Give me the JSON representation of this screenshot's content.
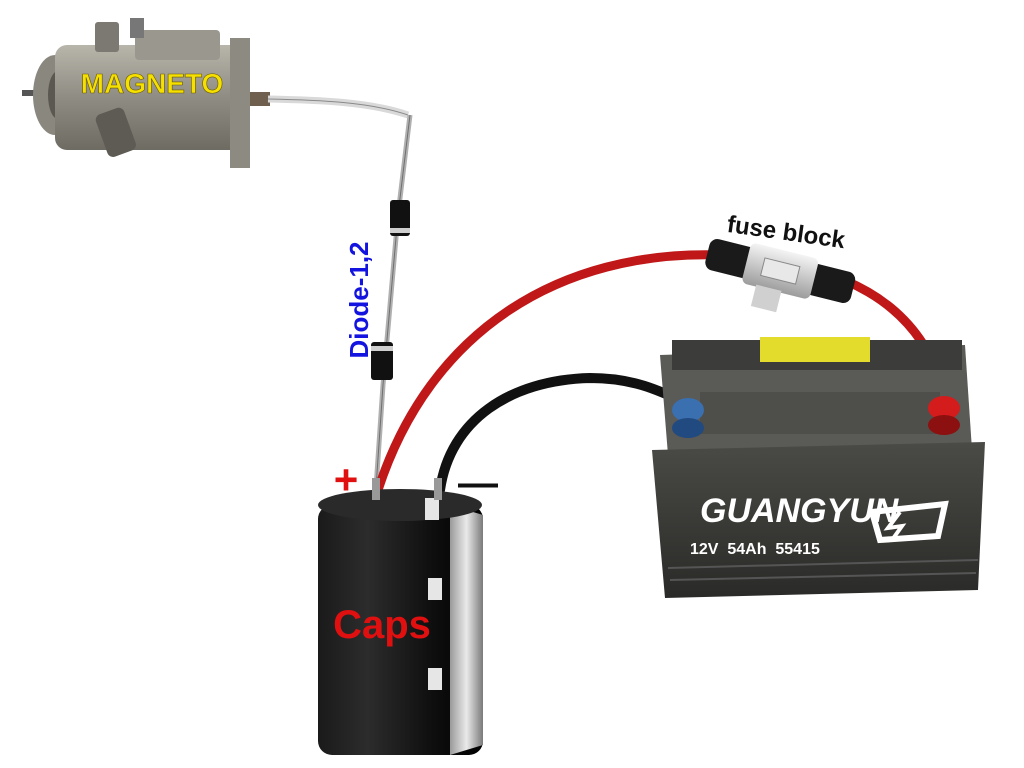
{
  "labels": {
    "magneto": "MAGNETO",
    "diode": "Diode-1,2",
    "plus": "+",
    "minus": "—",
    "caps": "Caps",
    "fuse_block": "fuse block"
  },
  "battery": {
    "brand": "GUANGYUN",
    "spec": "12V  54Ah  55415"
  },
  "colors": {
    "magneto_label": "#f5e000",
    "diode_label": "#1414e0",
    "plus_sign": "#e01010",
    "caps_label": "#e01010",
    "positive_wire": "#c01818",
    "negative_wire": "#111111",
    "battery_body": "#3a3a38",
    "capacitor_body": "#101010"
  }
}
